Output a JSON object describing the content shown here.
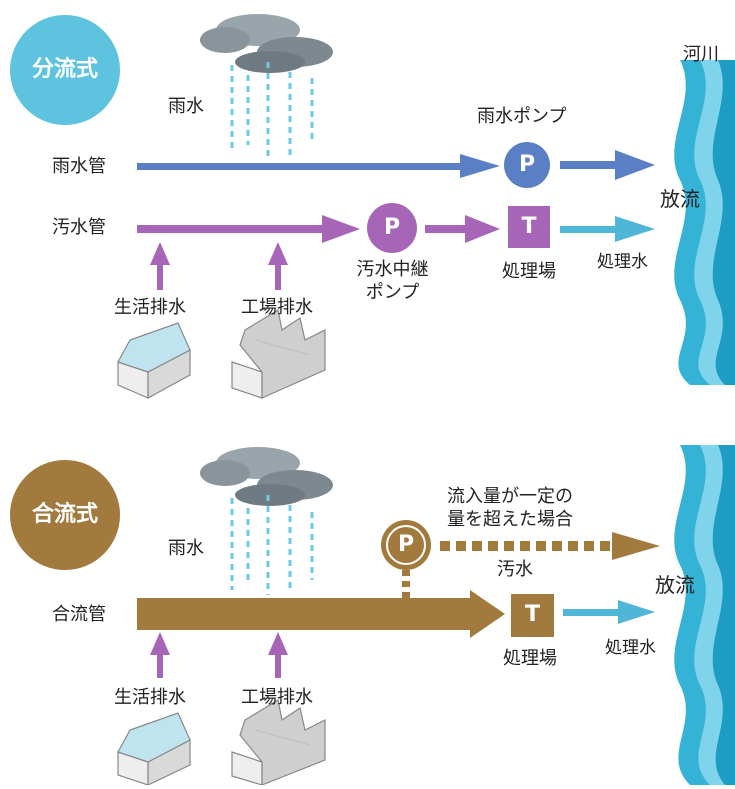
{
  "separate_system": {
    "badge": "分流式",
    "river": "河川",
    "rain": "雨水",
    "storm_pipe": "雨水管",
    "sewage_pipe": "汚水管",
    "storm_pump": "雨水ポンプ",
    "relay_pump_line1": "汚水中継",
    "relay_pump_line2": "ポンプ",
    "treatment_plant": "処理場",
    "treated_water": "処理水",
    "discharge": "放流",
    "household": "生活排水",
    "factory": "工場排水",
    "pump_symbol": "P",
    "plant_symbol": "T"
  },
  "combined_system": {
    "badge": "合流式",
    "rain": "雨水",
    "combined_pipe": "合流管",
    "overflow_line1": "流入量が一定の",
    "overflow_line2": "量を超えた場合",
    "sewage": "汚水",
    "treatment_plant": "処理場",
    "treated_water": "処理水",
    "discharge": "放流",
    "household": "生活排水",
    "factory": "工場排水",
    "pump_symbol": "P",
    "plant_symbol": "T"
  },
  "colors": {
    "storm_blue": "#5b7fc4",
    "sewage_purple": "#a765b8",
    "combined_brown": "#a37a3e",
    "treated_cyan": "#4fb6d8",
    "river": "#35b3d6",
    "badge_separate": "#5ec3de",
    "badge_combined": "#a37a3e",
    "rain": "#6ec9e6",
    "cloud": "#7d8890"
  }
}
